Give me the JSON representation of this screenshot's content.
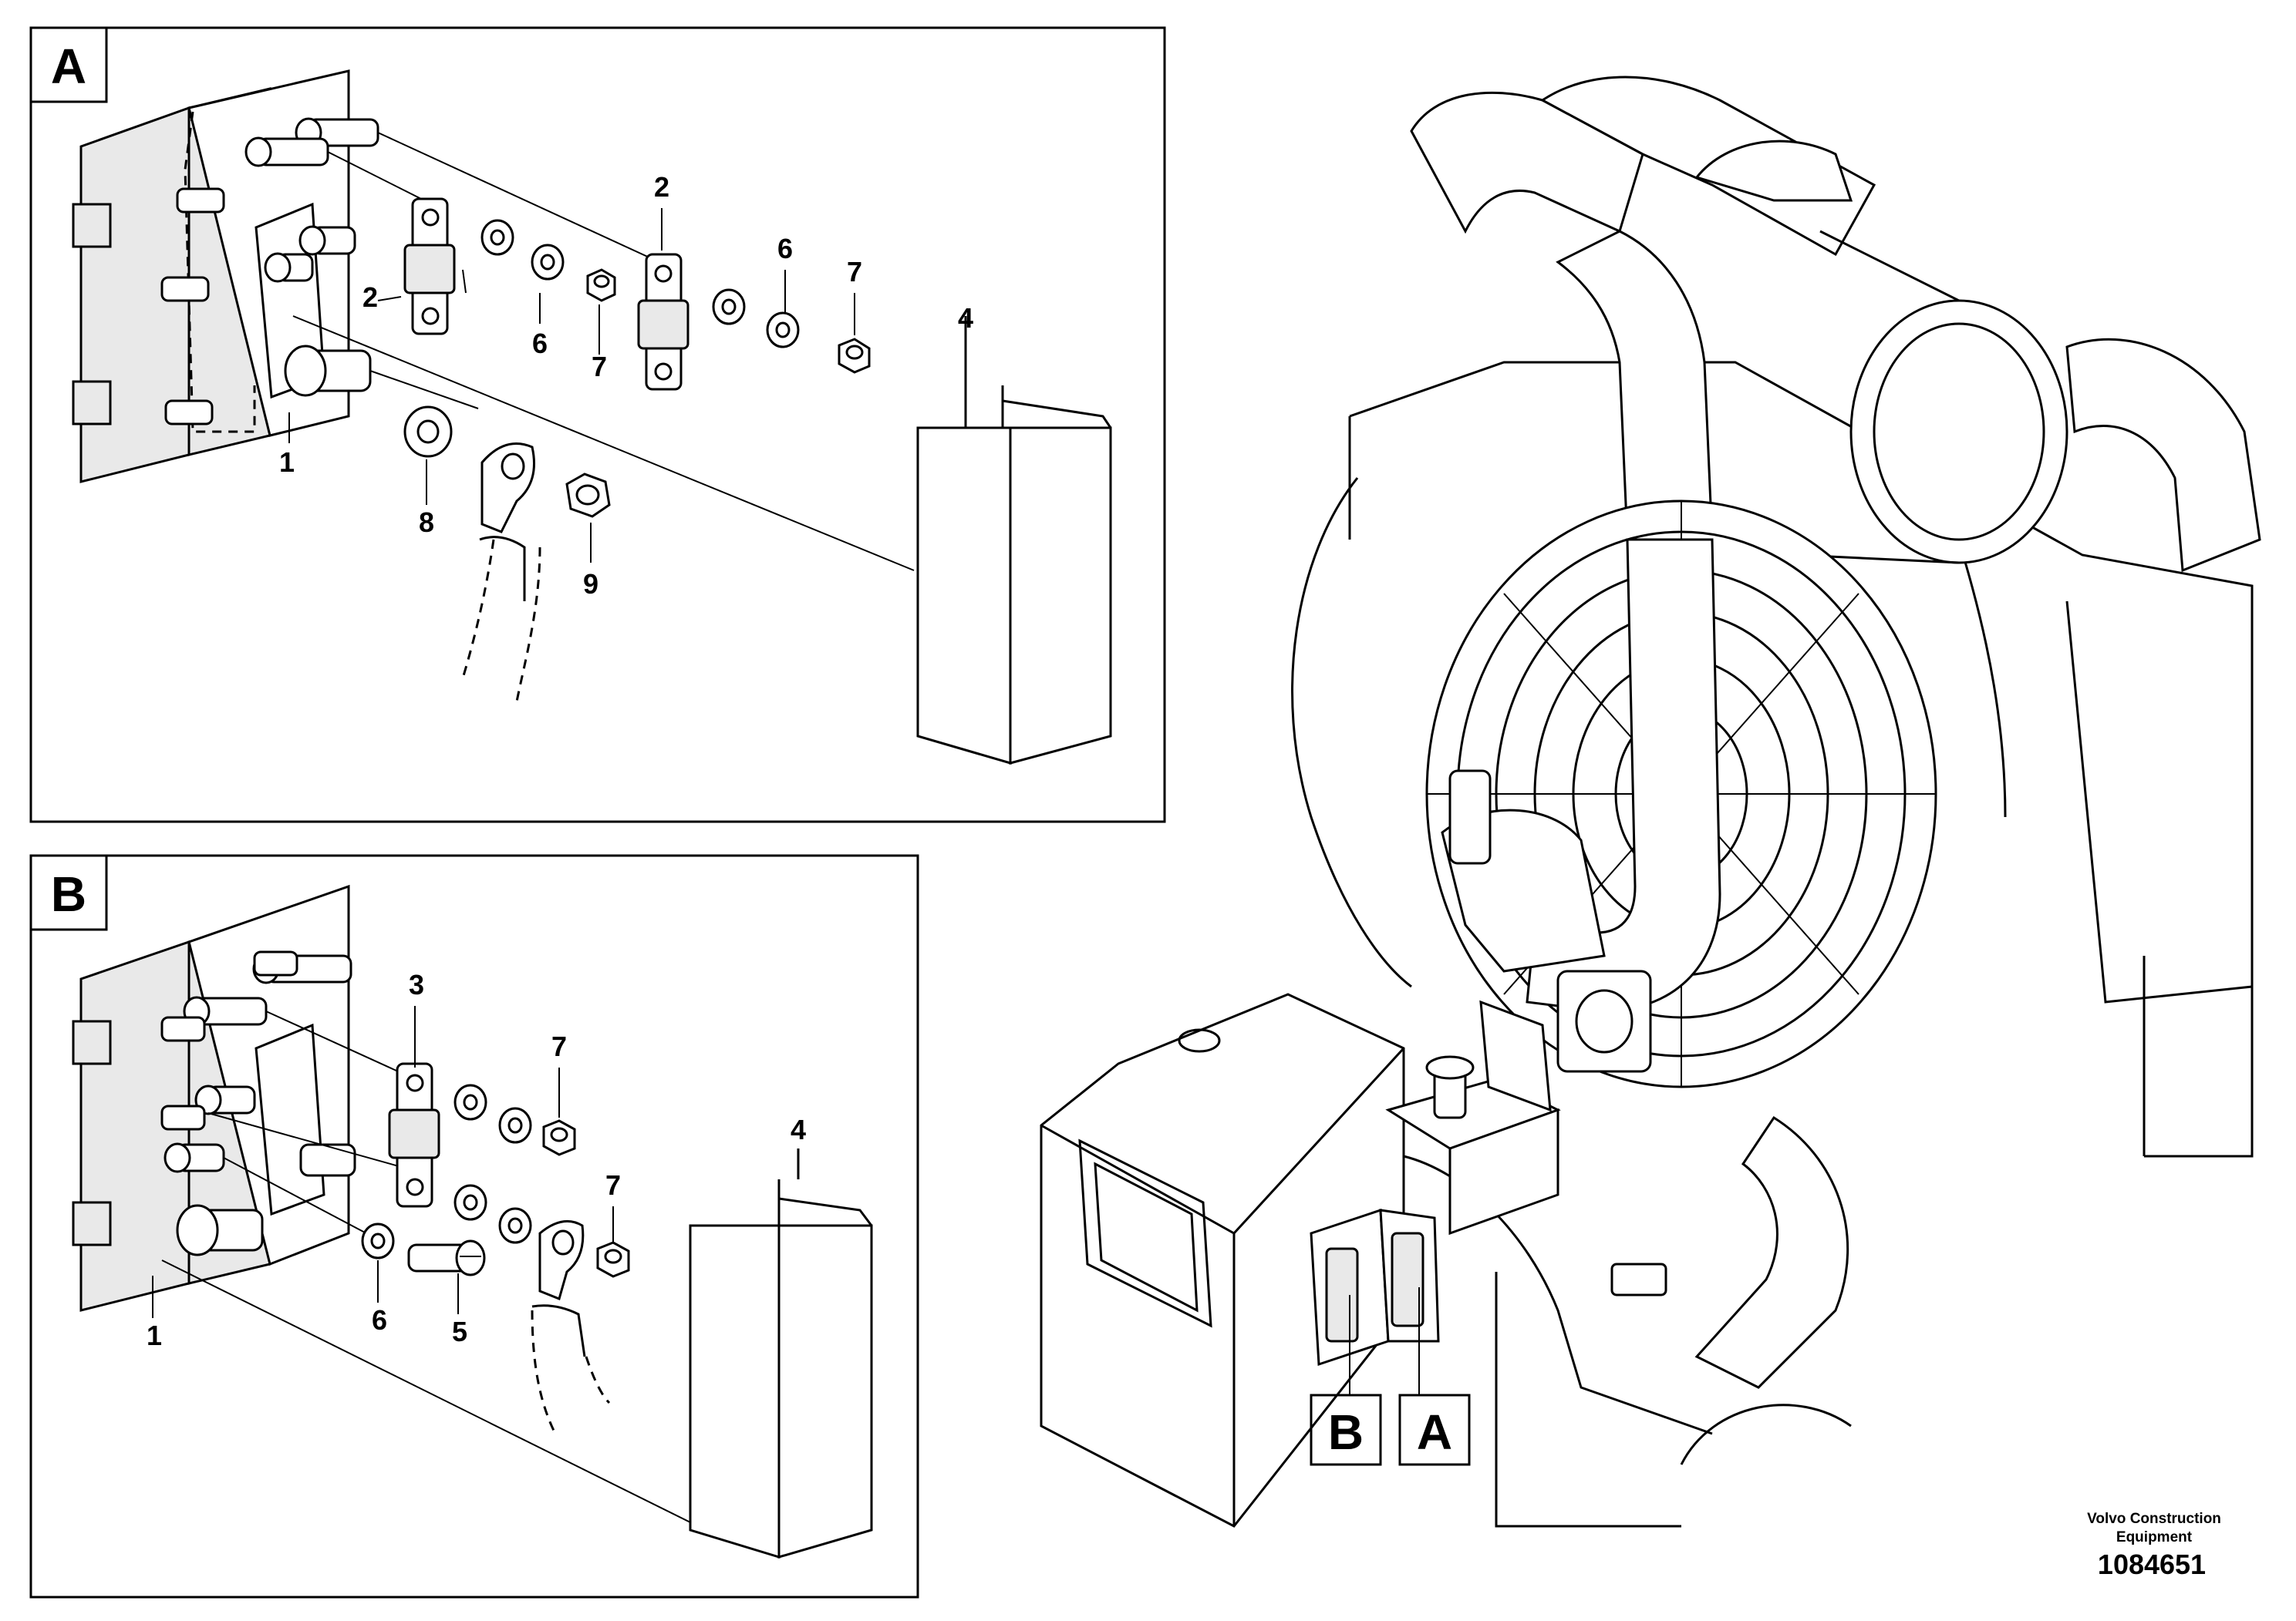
{
  "diagram": {
    "panels": [
      {
        "id": "A",
        "label": "A",
        "callouts": [
          "2",
          "2",
          "6",
          "7",
          "6",
          "7",
          "4",
          "1",
          "8",
          "9"
        ]
      },
      {
        "id": "B",
        "label": "B",
        "callouts": [
          "3",
          "7",
          "4",
          "7",
          "1",
          "6",
          "5"
        ]
      }
    ],
    "overview_markers": [
      "B",
      "A"
    ]
  },
  "footer": {
    "company_line1": "Volvo Construction",
    "company_line2": "Equipment",
    "drawing_number": "1084651"
  }
}
